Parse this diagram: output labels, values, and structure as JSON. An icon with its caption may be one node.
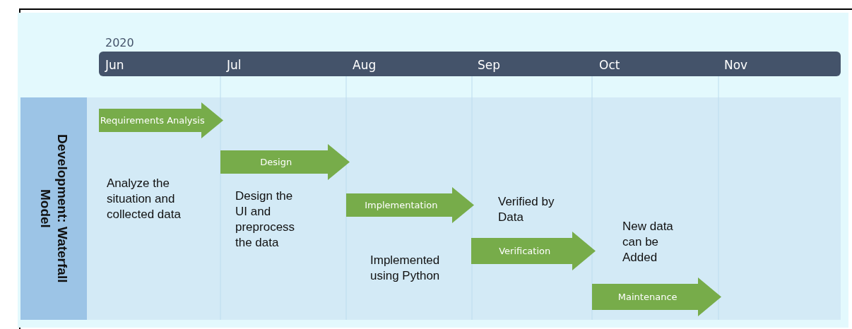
{
  "diagram": {
    "nodes": [
      {
        "text": [
          "Development: Waterfall Model"
        ]
      },
      {
        "text": [
          "Requirements Analysis"
        ]
      },
      {
        "text": [
          "Design"
        ]
      },
      {
        "text": [
          "Implementation"
        ]
      },
      {
        "text": [
          "Verification"
        ]
      },
      {
        "text": [
          "Maintenance"
        ]
      }
    ],
    "labels": [
      "2020",
      "Jun",
      "Jul",
      "Aug",
      "Sep",
      "Oct",
      "Nov",
      "Analyze the situation and collected data",
      "Design the UI and preprocess the data",
      "Implemented using Python",
      "Verified by Data",
      "New data can be Added"
    ]
  }
}
